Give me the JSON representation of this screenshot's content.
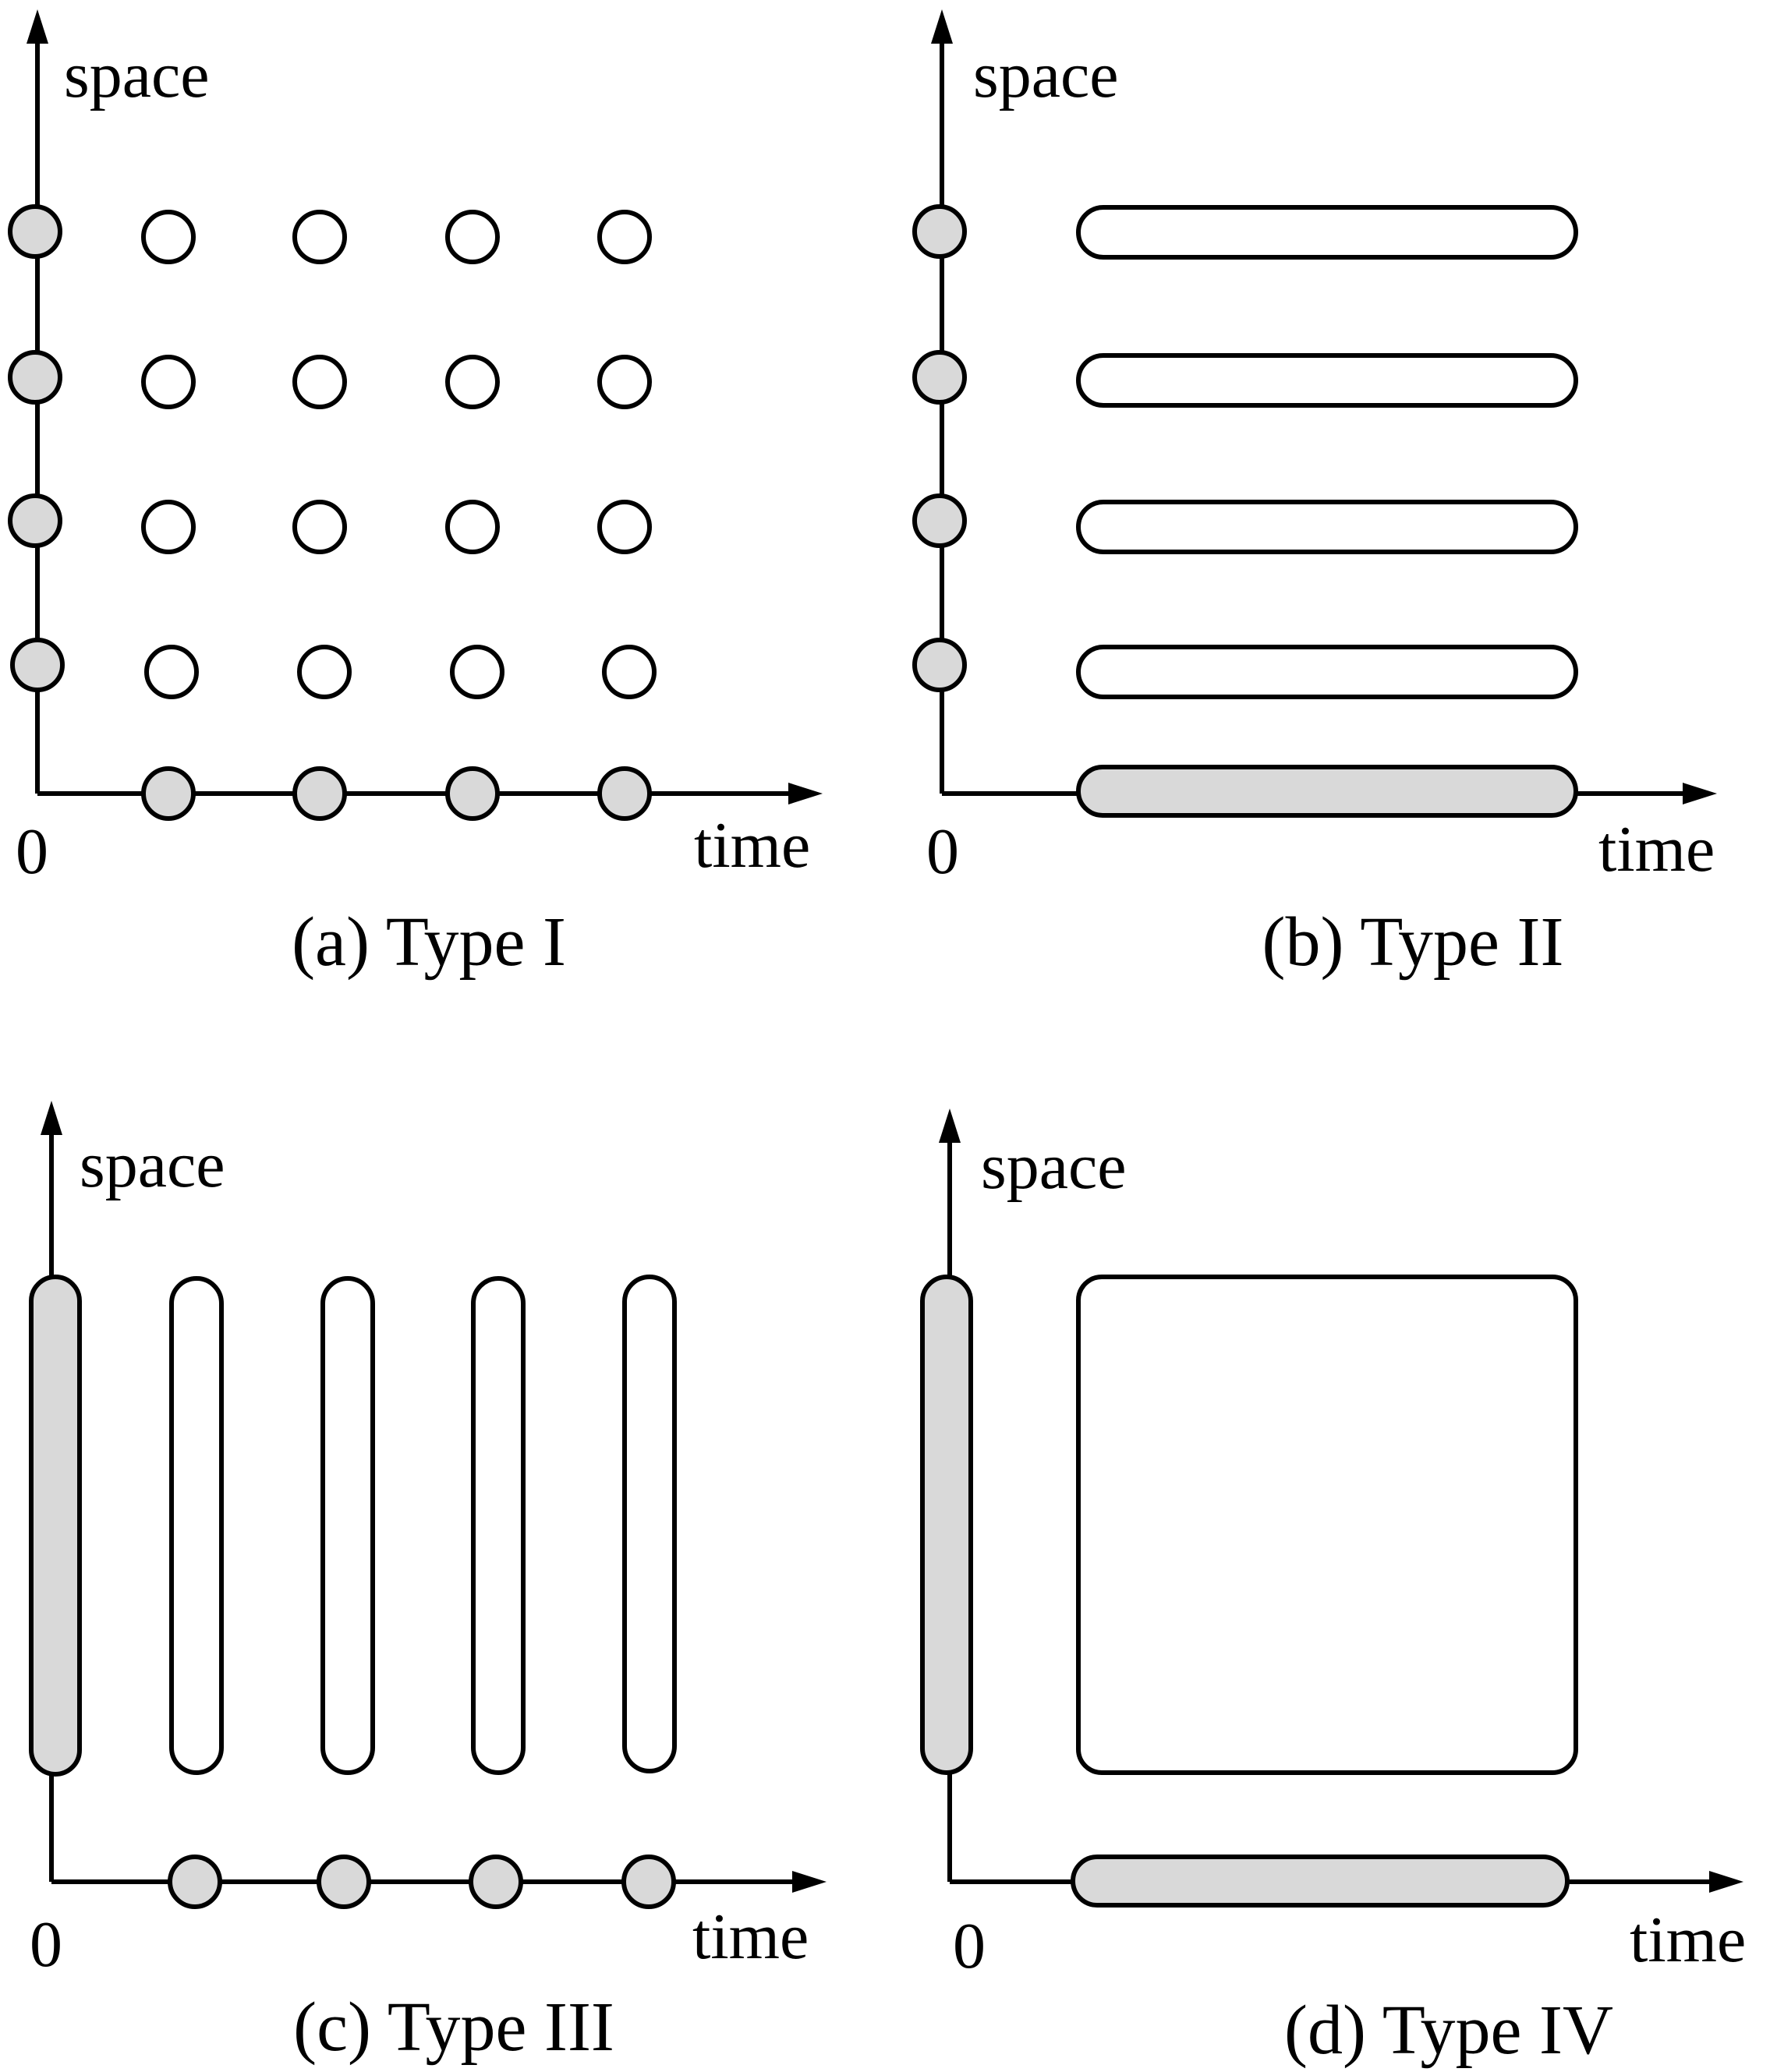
{
  "colors": {
    "line": "#000000",
    "filled": "#d9d9d9",
    "hollow": "#ffffff",
    "background": "#ffffff"
  },
  "panels": [
    {
      "id": "a",
      "ylabel": "space",
      "xlabel": "time",
      "origin": "0",
      "caption": "(a) Type I",
      "space_marks": "circles (filled)",
      "time_marks": "circles (filled)",
      "interior": "grid of hollow circles"
    },
    {
      "id": "b",
      "ylabel": "space",
      "xlabel": "time",
      "origin": "0",
      "caption": "(b) Type II",
      "space_marks": "circles (filled)",
      "time_marks": "one long bar (filled)",
      "interior": "hollow horizontal bars"
    },
    {
      "id": "c",
      "ylabel": "space",
      "xlabel": "time",
      "origin": "0",
      "caption": "(c) Type III",
      "space_marks": "one long bar (filled)",
      "time_marks": "circles (filled)",
      "interior": "hollow vertical bars"
    },
    {
      "id": "d",
      "ylabel": "space",
      "xlabel": "time",
      "origin": "0",
      "caption": "(d) Type IV",
      "space_marks": "one long bar (filled)",
      "time_marks": "one long bar (filled)",
      "interior": "one hollow rounded square"
    }
  ]
}
